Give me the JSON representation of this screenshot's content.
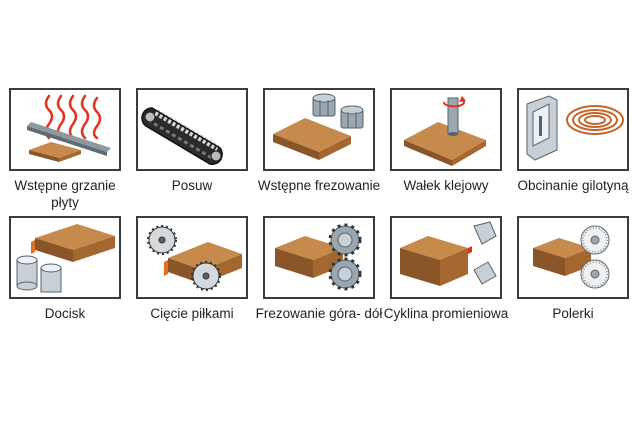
{
  "steps": [
    {
      "label": "Wstępne grzanie płyty",
      "icon": "preheating-icon"
    },
    {
      "label": "Posuw",
      "icon": "feed-conveyor-icon"
    },
    {
      "label": "Wstępne frezowanie",
      "icon": "premilling-icon"
    },
    {
      "label": "Wałek klejowy",
      "icon": "glue-roller-icon"
    },
    {
      "label": "Obcinanie gilotyną",
      "icon": "guillotine-cutting-icon"
    },
    {
      "label": "Docisk",
      "icon": "pressure-rollers-icon"
    },
    {
      "label": "Cięcie piłkami",
      "icon": "saw-cutting-icon"
    },
    {
      "label": "Frezowanie góra- dół",
      "icon": "milling-top-bottom-icon"
    },
    {
      "label": "Cyklina promieniowa",
      "icon": "radius-scraper-icon"
    },
    {
      "label": "Polerki",
      "icon": "polishing-icon"
    }
  ],
  "colors": {
    "wood": "#b57a3e",
    "edge": "#e0702a",
    "heat": "#e0341b",
    "metal": "#9aa6b0"
  }
}
